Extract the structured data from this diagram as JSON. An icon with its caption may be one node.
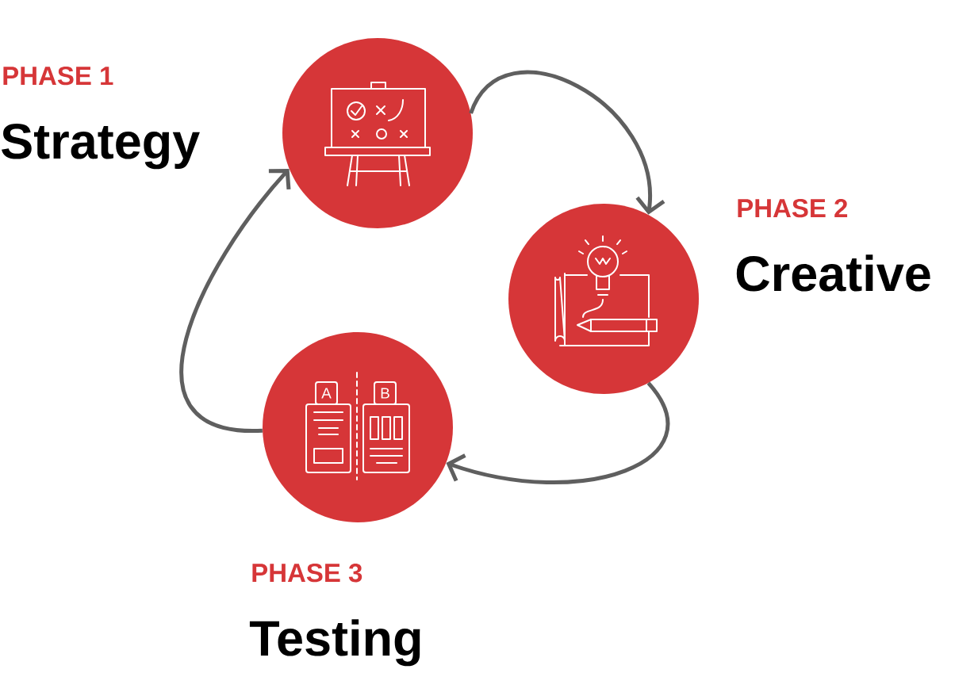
{
  "diagram": {
    "nodes": [
      {
        "text": [],
        "shape": "circle",
        "beside": [
          "PHASE 1",
          "Strategy"
        ]
      },
      {
        "text": [],
        "shape": "circle",
        "beside": [
          "PHASE 2",
          "Creative"
        ]
      },
      {
        "text": [
          "A",
          "B"
        ],
        "beside": [
          "PHASE 3",
          "Testing"
        ]
      }
    ],
    "edges": [
      {
        "from": 0,
        "to": 1,
        "arrow": "to"
      },
      {
        "from": 1,
        "to": 2,
        "arrow": "to"
      },
      {
        "from": 2,
        "to": 0,
        "arrow": "to"
      }
    ]
  }
}
